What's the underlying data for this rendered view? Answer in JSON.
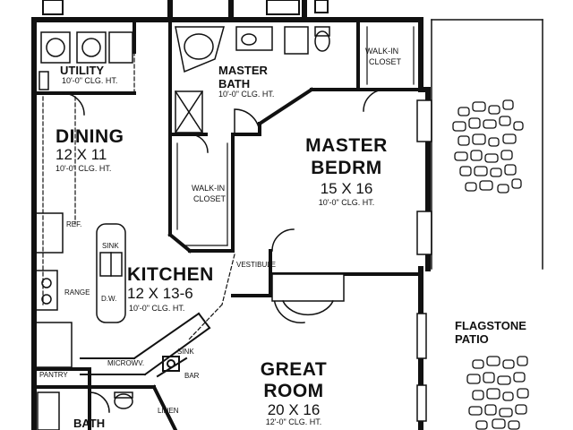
{
  "rooms": {
    "utility": {
      "name": "UTILITY",
      "clg": "10'-0\" CLG. HT."
    },
    "master_bath": {
      "line1": "MASTER",
      "line2": "BATH",
      "clg": "10'-0\" CLG. HT."
    },
    "walkin_top": {
      "line1": "WALK-IN",
      "line2": "CLOSET"
    },
    "dining": {
      "name": "DINING",
      "dims": "12 X 11",
      "clg": "10'-0\" CLG. HT."
    },
    "master_bedrm": {
      "line1": "MASTER",
      "line2": "BEDRM",
      "dims": "15 X 16",
      "clg": "10'-0\" CLG. HT."
    },
    "walkin_mid": {
      "line1": "WALK-IN",
      "line2": "CLOSET"
    },
    "kitchen": {
      "name": "KITCHEN",
      "dims": "12 X 13-6",
      "clg": "10'-0\" CLG. HT."
    },
    "vestibule": {
      "name": "VESTIBULE"
    },
    "patio": {
      "line1": "FLAGSTONE",
      "line2": "PATIO"
    },
    "great_room": {
      "line1": "GREAT",
      "line2": "ROOM",
      "dims": "20 X 16",
      "clg": "12'-0\" CLG. HT."
    },
    "bath": {
      "name": "BATH"
    }
  },
  "fixtures": {
    "ref": "REF.",
    "sink": "SINK",
    "range": "RANGE",
    "dw": "D.W.",
    "pantry": "PANTRY",
    "microwave": "MICROWV.",
    "bar_sink": "SINK",
    "bar": "BAR",
    "linen": "LINEN"
  }
}
